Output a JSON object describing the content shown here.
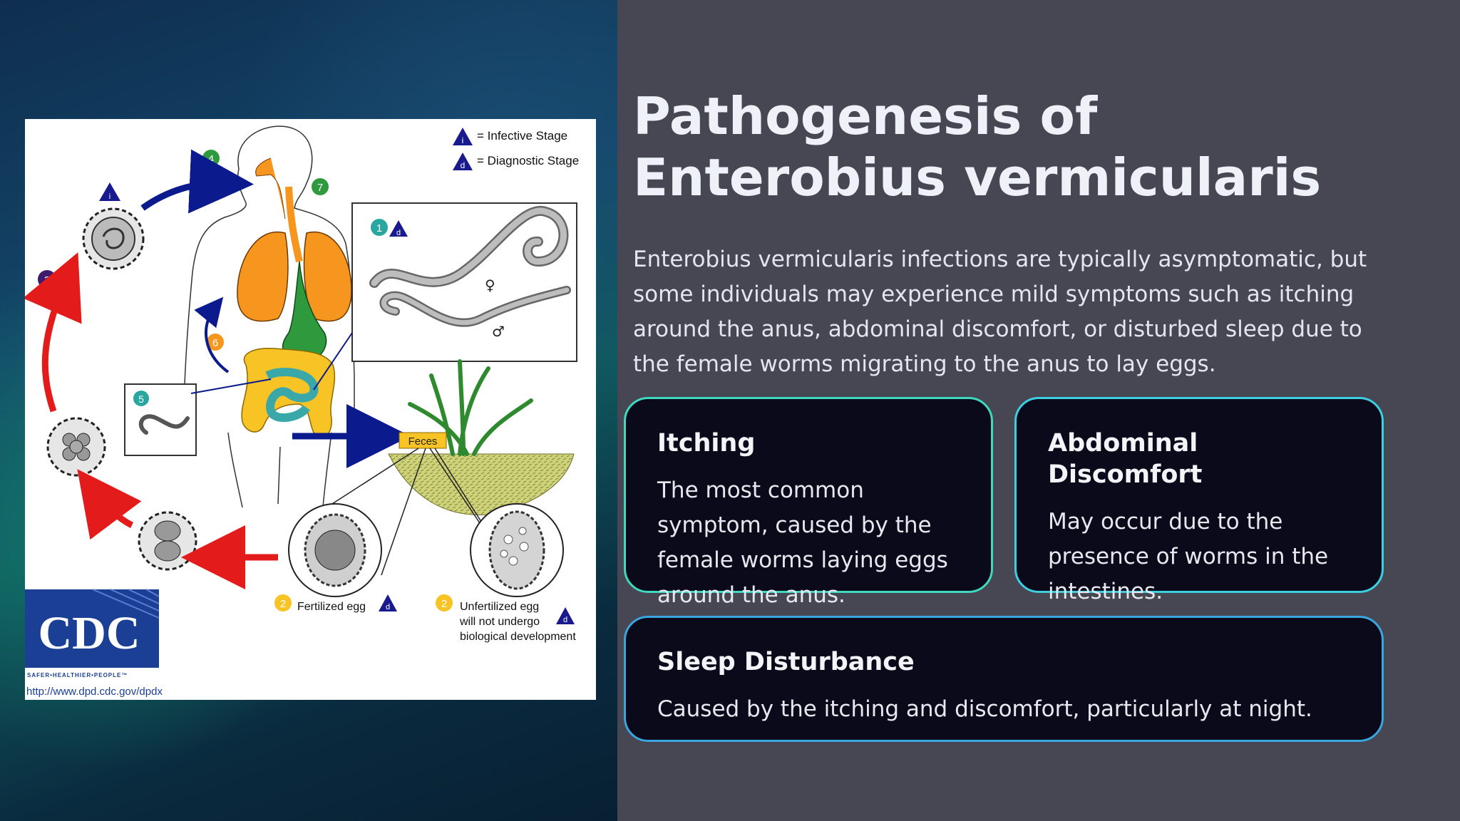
{
  "slide": {
    "title": "Pathogenesis of Enterobius vermicularis",
    "intro": "Enterobius vermicularis infections are typically asymptomatic, but some individuals may experience mild symptoms such as itching around the anus, abdominal discomfort, or disturbed sleep due to the female worms migrating to the anus to lay eggs."
  },
  "cards": [
    {
      "title": "Itching",
      "body": "The most common symptom, caused by the female worms laying eggs around the anus."
    },
    {
      "title": "Abdominal Discomfort",
      "body": "May occur due to the presence of worms in the intestines."
    },
    {
      "title": "Sleep Disturbance",
      "body": "Caused by the itching and discomfort, particularly at night."
    }
  ],
  "diagram": {
    "legend": {
      "infective": "= Infective Stage",
      "diagnostic": "= Diagnostic Stage",
      "i_letter": "i",
      "d_letter": "d"
    },
    "steps": [
      "1",
      "2",
      "3",
      "4",
      "5",
      "6",
      "7"
    ],
    "feces_label": "Feces",
    "fertilized_label": "Fertilized egg",
    "unfertilized_label_1": "Unfertilized egg",
    "unfertilized_label_2": "will not undergo",
    "unfertilized_label_3": "biological development",
    "female_symbol": "♀",
    "male_symbol": "♂",
    "logo_text": "CDC",
    "logo_tagline": "SAFER•HEALTHIER•PEOPLE™",
    "url": "http://www.dpd.cdc.gov/dpdx"
  },
  "colors": {
    "background": "#474653",
    "card_bg": "#0b0a1a",
    "card_border_1": "#3fd9bf",
    "card_border_2": "#3ccfe0",
    "card_border_3": "#3aa6e0",
    "arrow_red": "#e31b1b",
    "arrow_blue": "#0b1a8c",
    "lung_orange": "#f7961e",
    "gut_green": "#2f9a3d",
    "intestine_yellow": "#f7c325",
    "cdc_blue": "#1b3f94"
  }
}
